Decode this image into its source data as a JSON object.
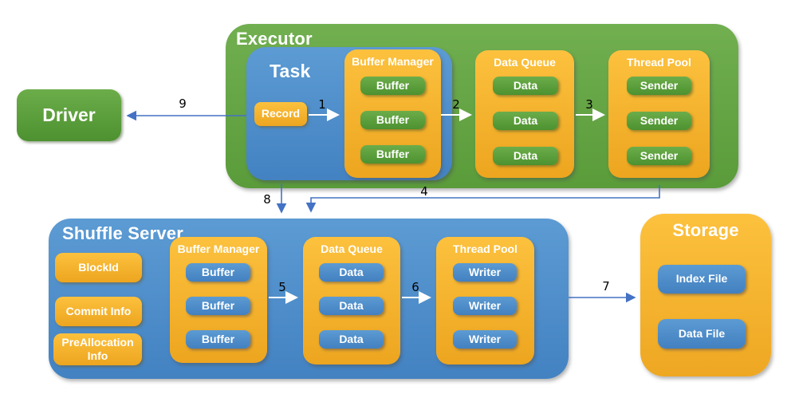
{
  "executor": {
    "title": "Executor",
    "task": {
      "title": "Task",
      "record": "Record"
    },
    "buffer_manager": {
      "title": "Buffer Manager",
      "items": [
        "Buffer",
        "Buffer",
        "Buffer"
      ]
    },
    "data_queue": {
      "title": "Data Queue",
      "items": [
        "Data",
        "Data",
        "Data"
      ]
    },
    "thread_pool": {
      "title": "Thread Pool",
      "items": [
        "Sender",
        "Sender",
        "Sender"
      ]
    }
  },
  "driver": {
    "title": "Driver"
  },
  "shuffle_server": {
    "title": "Shuffle Server",
    "info": [
      "BlockId",
      "Commit Info",
      "PreAllocation Info"
    ],
    "buffer_manager": {
      "title": "Buffer Manager",
      "items": [
        "Buffer",
        "Buffer",
        "Buffer"
      ]
    },
    "data_queue": {
      "title": "Data Queue",
      "items": [
        "Data",
        "Data",
        "Data"
      ]
    },
    "thread_pool": {
      "title": "Thread Pool",
      "items": [
        "Writer",
        "Writer",
        "Writer"
      ]
    }
  },
  "storage": {
    "title": "Storage",
    "files": [
      "Index File",
      "Data File"
    ]
  },
  "arrows": {
    "a1": "1",
    "a2": "2",
    "a3": "3",
    "a4": "4",
    "a5": "5",
    "a6": "6",
    "a7": "7",
    "a8": "8",
    "a9": "9"
  },
  "colors": {
    "container_green": "#5FA13E",
    "container_blue": "#4C8BC8",
    "panel_orange": "#F3AC25",
    "arrow_blue": "#4472C4",
    "arrow_white": "#FFFFFF",
    "label_black": "#000000"
  }
}
